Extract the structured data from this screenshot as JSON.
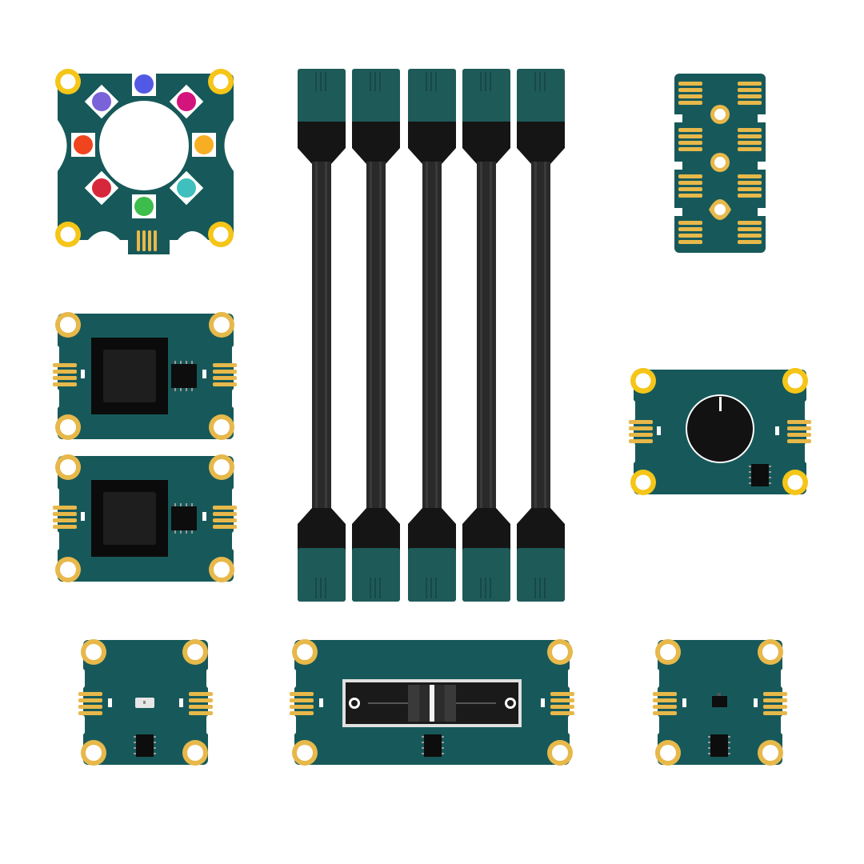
{
  "colors": {
    "background": "#ffffff",
    "board": "#17595a",
    "board_dark": "#124a4b",
    "gold": "#f5c518",
    "gold_pad": "#e7b84a",
    "connector_body": "#1e5a58",
    "connector_dark": "#151515",
    "cable": "#2a2a2a",
    "chip": "#0d0d0d",
    "led_blue": "#5259e6",
    "led_magenta": "#d2147c",
    "led_orange": "#f6ae23",
    "led_teal": "#3fbfbd",
    "led_green": "#3dbd4c",
    "led_red": "#d6283a",
    "led_red_orange": "#f0441f",
    "led_purple": "#7a63d8"
  },
  "components": [
    {
      "name": "rgb-led-ring-board",
      "icon": "led-ring-icon",
      "led_count": 8
    },
    {
      "name": "connector-cable",
      "icon": "cable-icon",
      "count": 5
    },
    {
      "name": "proto-strip-board",
      "icon": "breakout-icon",
      "segments": 4
    },
    {
      "name": "button-module-board",
      "icon": "push-button-icon",
      "count": 2
    },
    {
      "name": "rotary-knob-board",
      "icon": "potentiometer-icon"
    },
    {
      "name": "light-sensor-board",
      "icon": "light-sensor-icon"
    },
    {
      "name": "slide-fader-board",
      "icon": "slider-icon"
    },
    {
      "name": "sensor-chip-board",
      "icon": "sensor-icon"
    }
  ]
}
